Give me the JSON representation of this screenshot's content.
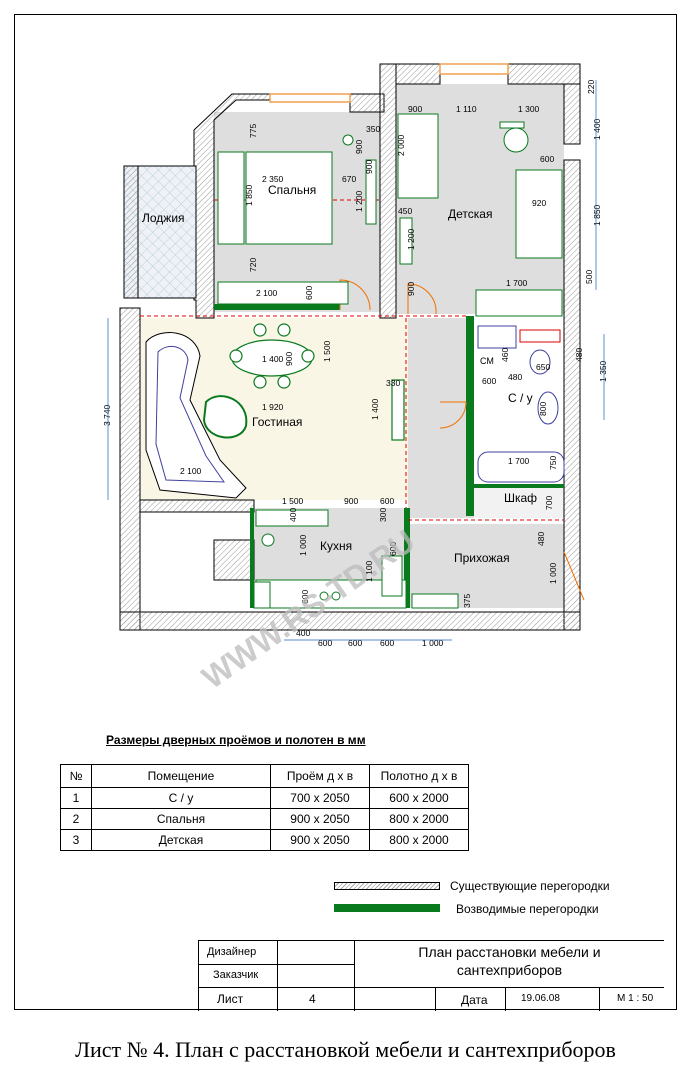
{
  "rooms": {
    "bedroom": "Спальня",
    "nursery": "Детская",
    "loggia": "Лоджия",
    "living": "Гостиная",
    "kitchen": "Кухня",
    "hall": "Прихожая",
    "bathroom": "С / у",
    "closet": "Шкаф",
    "washer": "СМ"
  },
  "dimensions": {
    "d2350": "2 350",
    "d670": "670",
    "d1850a": "1 850",
    "d720": "720",
    "d2100a": "2 100",
    "d600a": "600",
    "d775": "775",
    "d350": "350",
    "d900a": "900",
    "d1200a": "1 200",
    "d900b": "900",
    "d1110": "1 110",
    "d1300": "1 300",
    "d2000": "2 000",
    "d900c": "900",
    "d450": "450",
    "d1200b": "1 200",
    "d900d": "900",
    "d600b": "600",
    "d920": "920",
    "d1700a": "1 700",
    "d220": "220",
    "d1400a": "1 400",
    "d1850b": "1 850",
    "d500": "500",
    "d1400b": "1 400",
    "d900e": "900",
    "d1500a": "1 500",
    "d1920": "1 920",
    "d330": "330",
    "d1400c": "1 400",
    "d3740": "3 740",
    "d2100b": "2 100",
    "d460": "460",
    "d650": "650",
    "d480a": "480",
    "d600c": "600",
    "d800": "800",
    "d1350": "1 350",
    "d480b": "480",
    "d1700b": "1 700",
    "d750": "750",
    "d700": "700",
    "d1500b": "1 500",
    "d900f": "900",
    "d600d": "600",
    "d400a": "400",
    "d300": "300",
    "d1000a": "1 000",
    "d600e": "600",
    "d1100": "1 100",
    "d480c": "480",
    "d1000b": "1 000",
    "d375": "375",
    "d400b": "400",
    "d600f": "600",
    "d600g": "600",
    "d600h": "600",
    "d1000c": "1 000",
    "d600i": "600"
  },
  "watermark": "WWW.RS-TD.RU",
  "door_sizes": {
    "title": "Размеры дверных проёмов и полотен в мм",
    "headers": [
      "№",
      "Помещение",
      "Проём д х в",
      "Полотно д х в"
    ],
    "rows": [
      [
        "1",
        "С / у",
        "700 х 2050",
        "600 х 2000"
      ],
      [
        "2",
        "Спальня",
        "900 х 2050",
        "800 х 2000"
      ],
      [
        "3",
        "Детская",
        "900 х 2050",
        "800 х 2000"
      ]
    ]
  },
  "legend": {
    "existing": "Существующие перегородки",
    "new": "Возводимые перегородки",
    "existing_color": "#aaaaaa",
    "new_color": "#0a7a1f"
  },
  "stamp": {
    "designer_label": "Дизайнер",
    "customer_label": "Заказчик",
    "sheet_label": "Лист",
    "sheet_value": "4",
    "title_line1": "План расстановки мебели и",
    "title_line2": "сантехприборов",
    "date_label": "Дата",
    "date_value": "19.06.08",
    "scale_value": "М 1 : 50"
  },
  "caption": "Лист № 4. План с расстановкой мебели и сантехприборов"
}
